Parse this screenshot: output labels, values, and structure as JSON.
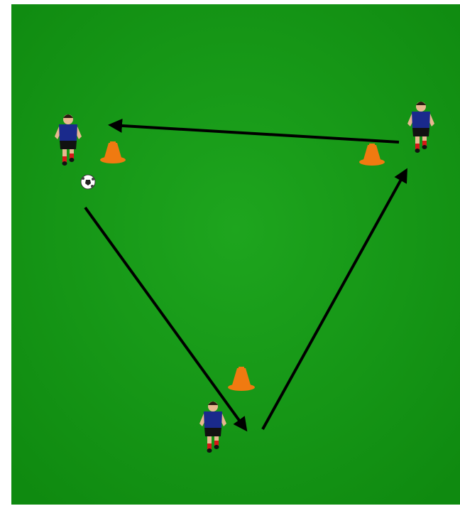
{
  "colors": {
    "pitch_light": "#1ea51e",
    "pitch_dark": "#0f8a10",
    "arrow": "#000000",
    "cone": "#f07a10",
    "shirt": "#1a2a8c",
    "shorts": "#111111",
    "skin": "#e8b890",
    "sock": "#d81818"
  },
  "diagram": {
    "players": [
      {
        "name": "player-top-left",
        "icon": "player-icon"
      },
      {
        "name": "player-top-right",
        "icon": "player-icon"
      },
      {
        "name": "player-bottom",
        "icon": "player-icon"
      }
    ],
    "cones": [
      {
        "name": "cone-top-left",
        "icon": "cone-icon"
      },
      {
        "name": "cone-top-right",
        "icon": "cone-icon"
      },
      {
        "name": "cone-bottom",
        "icon": "cone-icon"
      }
    ],
    "ball": {
      "icon": "soccer-ball-icon"
    },
    "passes": [
      {
        "from": "player-top-left",
        "to": "player-bottom"
      },
      {
        "from": "player-bottom",
        "to": "player-top-right"
      },
      {
        "from": "player-top-right",
        "to": "player-top-left"
      }
    ]
  }
}
